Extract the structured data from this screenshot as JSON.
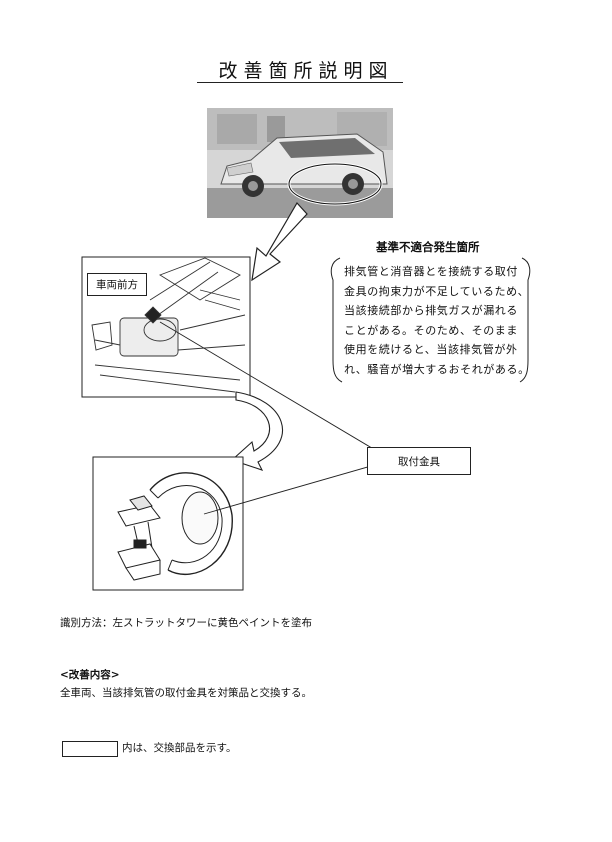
{
  "document": {
    "title": "改善箇所説明図"
  },
  "notice": {
    "heading": "基準不適合発生箇所",
    "lines": [
      "排気管と消音器とを接続する取付",
      "金具の拘束力が不足しているため、",
      "当該接続部から排気ガスが漏れる",
      "ことがある。そのため、そのまま",
      "使用を続けると、当該排気管が外",
      "れ、騒音が増大するおそれがある。"
    ]
  },
  "labels": {
    "vehicle_front": "車両前方",
    "bracket_part": "取付金具"
  },
  "identification": {
    "text": "識別方法：左ストラットタワーに黄色ペイントを塗布"
  },
  "improvement": {
    "heading": "<改善内容>",
    "text": "全車両、当該排気管の取付金具を対策品と交換する。"
  },
  "legend": {
    "text": "内は、交換部品を示す。"
  }
}
